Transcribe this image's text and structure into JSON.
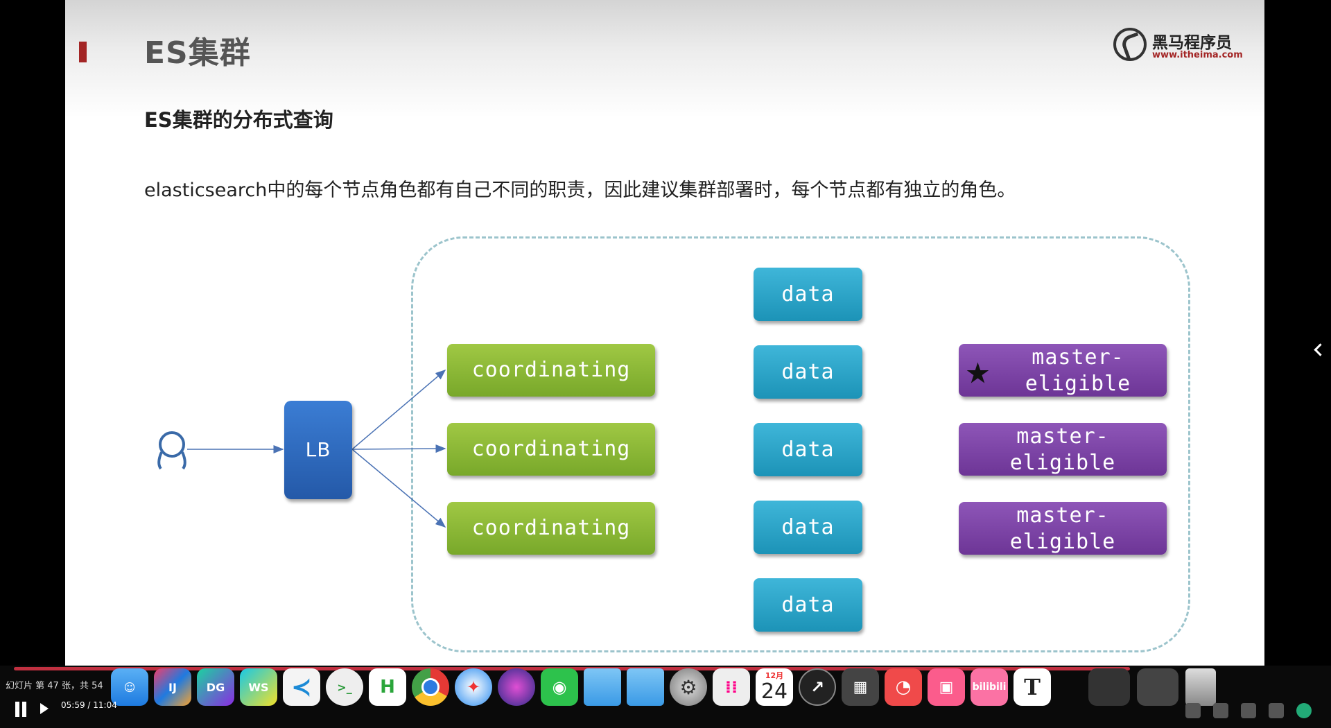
{
  "slide": {
    "title": "ES集群",
    "logo_cn": "黑马程序员",
    "logo_url": "www.itheima.com",
    "subtitle": "ES集群的分布式查询",
    "description": "elasticsearch中的每个节点角色都有自己不同的职责，因此建议集群部署时，每个节点都有独立的角色。"
  },
  "diagram": {
    "lb_label": "LB",
    "coordinating": [
      "coordinating",
      "coordinating",
      "coordinating"
    ],
    "data": [
      "data",
      "data",
      "data",
      "data",
      "data"
    ],
    "master": [
      "master-\neligible",
      "master-\neligible",
      "master-\neligible"
    ]
  },
  "player": {
    "slide_counter": "幻灯片 第 47 张，共 54",
    "time": "05:59 / 11:04"
  },
  "dock": {
    "calendar_month": "12月",
    "calendar_day": "24",
    "apps": [
      "finder",
      "intellij-idea",
      "datagrip",
      "webstorm",
      "vscode",
      "messages-bubble",
      "hbuilder",
      "chrome",
      "safari",
      "siri",
      "wechat",
      "folder",
      "folder",
      "system-preferences",
      "launchpad",
      "calendar",
      "clock",
      "calculator",
      "netease-music",
      "ticket",
      "bilibili",
      "typora"
    ]
  },
  "colors": {
    "coordinating": "#8bbb38",
    "data": "#29a5ca",
    "master": "#7c44a6",
    "lb": "#2f6bbf",
    "accent_red": "#a32525"
  }
}
